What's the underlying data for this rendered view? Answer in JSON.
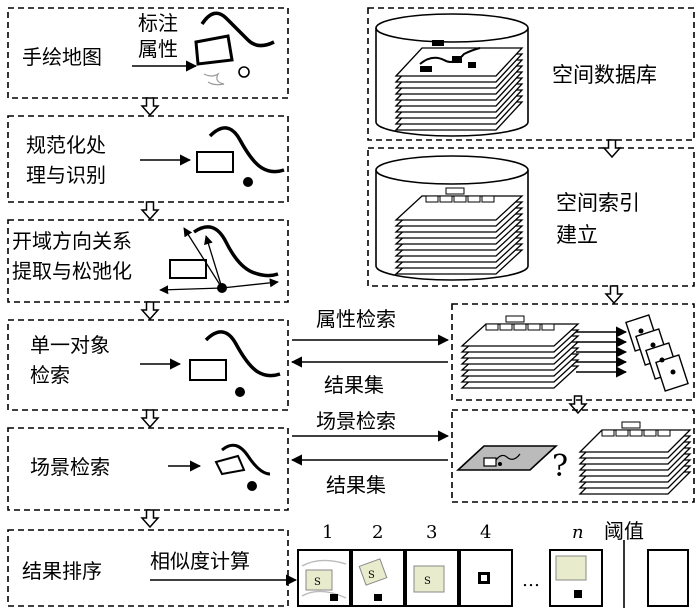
{
  "steps": [
    {
      "id": "sketch",
      "label": [
        "手绘地图"
      ]
    },
    {
      "id": "normalize",
      "label": [
        "规范化处",
        "理与识别"
      ]
    },
    {
      "id": "relation",
      "label": [
        "开域方向关系",
        "提取与松弛化"
      ]
    },
    {
      "id": "single",
      "label": [
        "单一对象",
        "检索"
      ]
    },
    {
      "id": "scene",
      "label": [
        "场景检索"
      ]
    },
    {
      "id": "rank",
      "label": [
        "结果排序"
      ]
    }
  ],
  "annotate_label": [
    "标注",
    "属性"
  ],
  "similarity_label": "相似度计算",
  "database_label": "空间数据库",
  "index_label": [
    "空间索引",
    "建立"
  ],
  "attr_search_label": "属性检索",
  "result_set_label_1": "结果集",
  "scene_search_label": "场景检索",
  "result_set_label_2": "结果集",
  "threshold_label": "阈值",
  "result_numbers": [
    "1",
    "2",
    "3",
    "4",
    "n"
  ],
  "ellipsis": "…",
  "thumb_marks": [
    "S",
    "S",
    "S"
  ],
  "question_mark": "?"
}
